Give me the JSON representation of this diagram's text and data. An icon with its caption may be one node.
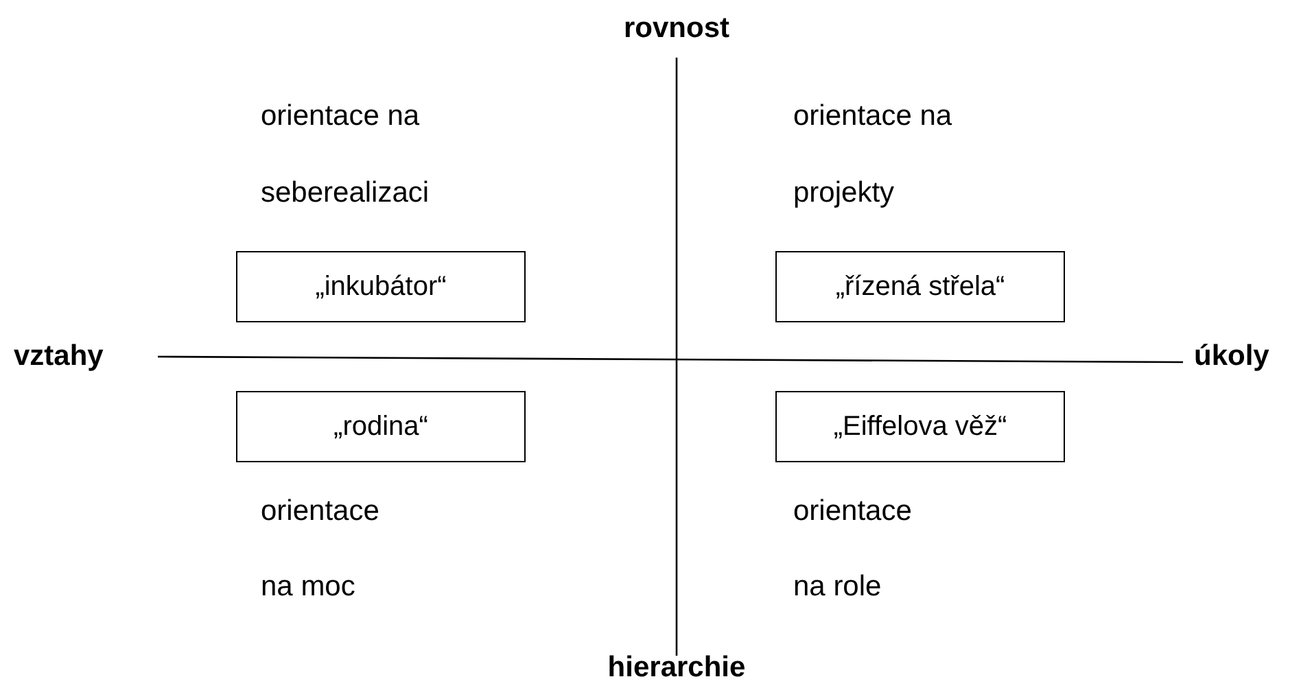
{
  "diagram": {
    "nodes": [
      {
        "text": [
          "„inkubátor“"
        ]
      },
      {
        "text": [
          "„řízená střela“"
        ]
      },
      {
        "text": [
          "„rodina“"
        ]
      },
      {
        "text": [
          "„Eiffelova věž“"
        ]
      }
    ],
    "labels": [
      "rovnost",
      "orientace na",
      "orientace na",
      "seberealizaci",
      "projekty",
      "vztahy",
      "úkoly",
      "orientace",
      "orientace",
      "na moc",
      "na role",
      "hierarchie"
    ]
  }
}
